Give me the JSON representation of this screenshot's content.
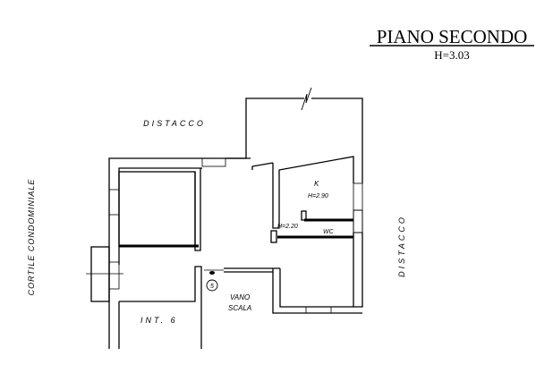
{
  "title": "PIANO SECONDO",
  "height_label": "H=3.03",
  "labels": {
    "distacco_top": "DISTACCO",
    "distacco_right": "DISTACCO",
    "cortile": "CORTILE CONDOMINIALE",
    "kitchen": "K",
    "kitchen_height": "H=2.90",
    "corridor_height": "H=2.20",
    "wc": "WC",
    "unit": "INT. 6",
    "stair_1": "VANO",
    "stair_2": "SCALA",
    "marker": "5"
  }
}
